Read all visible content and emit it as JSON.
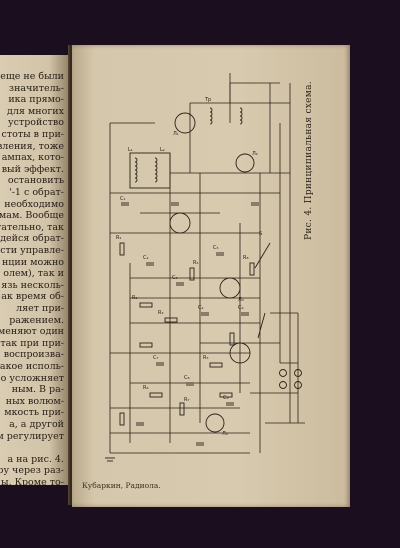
{
  "left_text": {
    "lines": [
      "еще не были",
      "значитель-",
      "ика прямо-",
      "для многих",
      "устройство",
      "стоты в при-",
      "вления, тоже",
      "ампах, кото-",
      "вый эффект.",
      "остановить",
      "'-1 с обрат-",
      "необходимо",
      "ммам. Вообще",
      "тательно, так",
      "дейся обрат-",
      "сти управле-",
      "нции можно",
      "олем), так и",
      "язь несколь-",
      "ак время об-",
      "ляет при-",
      "ражением.",
      "меняют один",
      "так при при-",
      "воспроизва-",
      "такое исполь-",
      "о усложняет",
      "ным. В ра-",
      "ных волюм-",
      "мкость при-",
      "а, а другой",
      "м регулирует",
      "",
      "а на рис. 4.",
      "ру через раз-",
      "ы. Кроме то-"
    ]
  },
  "figure": {
    "caption": "Рис. 4. Принципиальная схема.",
    "labels": [
      "C₁",
      "C₂",
      "C₃",
      "C₄",
      "C₅",
      "C₆",
      "C₇",
      "C₈",
      "C₉",
      "R₁",
      "R₂",
      "R₃",
      "R₄",
      "R₅",
      "R₆",
      "R₇",
      "R₈",
      "L₁",
      "L₂",
      "Л₁",
      "Л₂",
      "Л₃",
      "Л₄",
      "Тр",
      "S"
    ]
  },
  "footer": {
    "text": "Кубаркин, Радиола."
  }
}
